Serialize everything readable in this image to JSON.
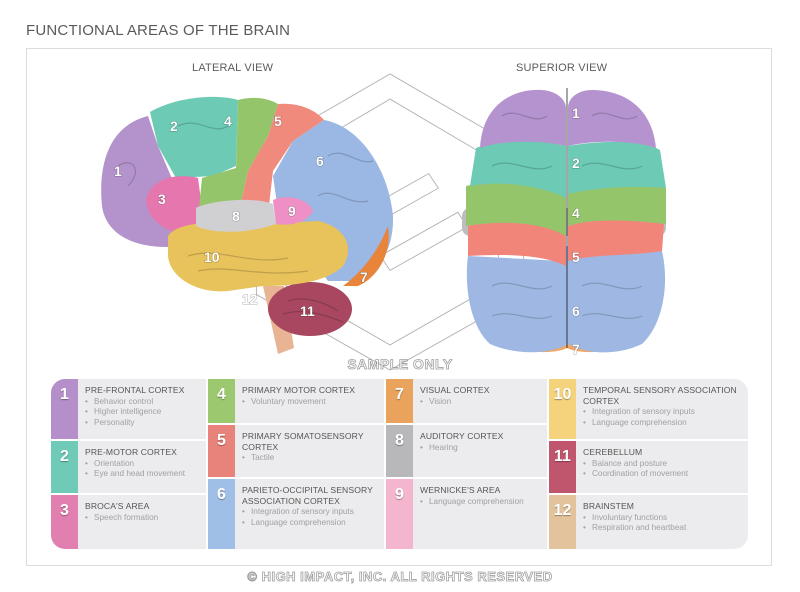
{
  "title": "FUNCTIONAL AREAS OF THE BRAIN",
  "views": {
    "lateral": "LATERAL VIEW",
    "superior": "SUPERIOR VIEW"
  },
  "areas": [
    {
      "num": "1",
      "name": "PRE-FRONTAL CORTEX",
      "color": "#b58fca",
      "bullets": [
        "Behavior control",
        "Higher intelligence",
        "Personality"
      ]
    },
    {
      "num": "2",
      "name": "PRE-MOTOR CORTEX",
      "color": "#6fcbb8",
      "bullets": [
        "Orientation",
        "Eye and head movement"
      ]
    },
    {
      "num": "3",
      "name": "BROCA'S AREA",
      "color": "#e07fb0",
      "bullets": [
        "Speech formation"
      ]
    },
    {
      "num": "4",
      "name": "PRIMARY MOTOR CORTEX",
      "color": "#9cc970",
      "bullets": [
        "Voluntary movement"
      ]
    },
    {
      "num": "5",
      "name": "PRIMARY SOMATOSENSORY CORTEX",
      "color": "#e8837c",
      "bullets": [
        "Tactile"
      ]
    },
    {
      "num": "6",
      "name": "PARIETO-OCCIPITAL SENSORY ASSOCIATION CORTEX",
      "color": "#9fbfe6",
      "bullets": [
        "Integration of sensory inputs",
        "Language comprehension"
      ]
    },
    {
      "num": "7",
      "name": "VISUAL CORTEX",
      "color": "#e9a35c",
      "bullets": [
        "Vision"
      ]
    },
    {
      "num": "8",
      "name": "AUDITORY CORTEX",
      "color": "#b8b8ba",
      "bullets": [
        "Hearing"
      ]
    },
    {
      "num": "9",
      "name": "WERNICKE'S AREA",
      "color": "#f4b6cf",
      "bullets": [
        "Language comprehension"
      ]
    },
    {
      "num": "10",
      "name": "TEMPORAL SENSORY ASSOCIATION CORTEX",
      "color": "#f5d27c",
      "bullets": [
        "Integration of sensory inputs",
        "Language comprehension"
      ]
    },
    {
      "num": "11",
      "name": "CEREBELLUM",
      "color": "#c0566e",
      "bullets": [
        "Balance and posture",
        "Coordination of movement"
      ]
    },
    {
      "num": "12",
      "name": "BRAINSTEM",
      "color": "#e3c39c",
      "bullets": [
        "Involuntary functions",
        "Respiration and heartbeat"
      ]
    }
  ],
  "watermark": {
    "line1": "© HIGH IMPACT, INC. ALL RIGHTS RESERVED",
    "line2": "SAMPLE ONLY"
  }
}
